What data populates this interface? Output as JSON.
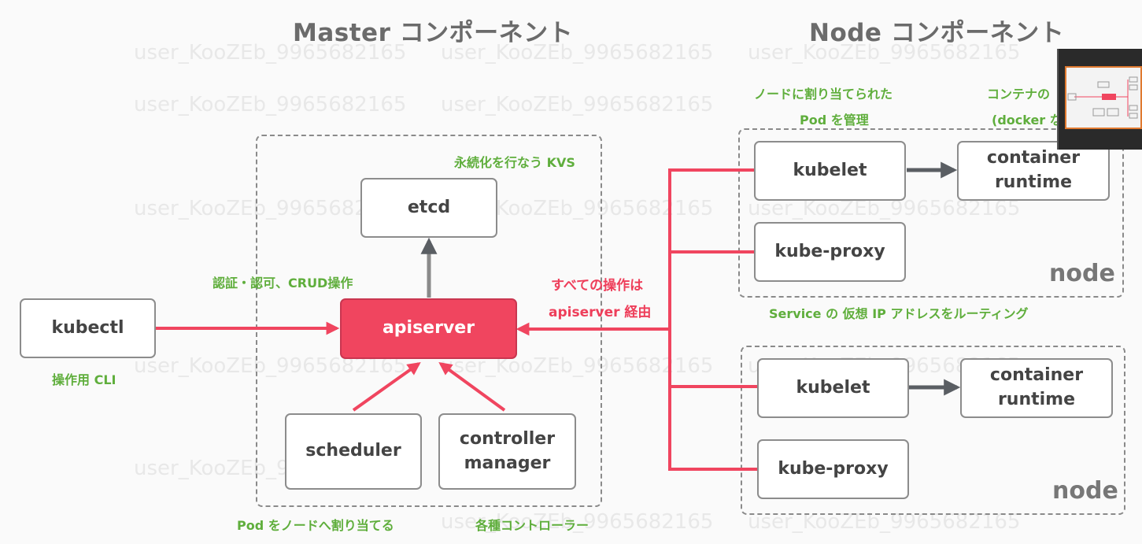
{
  "headings": {
    "master": "Master コンポーネント",
    "node": "Node コンポーネント"
  },
  "watermark_text": "user_KooZEb_9965682165",
  "boxes": {
    "kubectl": "kubectl",
    "etcd": "etcd",
    "apiserver": "apiserver",
    "scheduler": "scheduler",
    "controller_manager": "controller\nmanager",
    "kubelet_1": "kubelet",
    "container_runtime_1": "container\nruntime",
    "kube_proxy_1": "kube-proxy",
    "kubelet_2": "kubelet",
    "container_runtime_2": "container\nruntime",
    "kube_proxy_2": "kube-proxy"
  },
  "node_labels": [
    "node",
    "node"
  ],
  "notes": {
    "kubectl_desc": "操作用 CLI",
    "auth_crud": "認証・認可、CRUD操作",
    "etcd_desc": "永続化を行なう KVS",
    "all_ops_line1": "すべての操作は",
    "all_ops_line2": "apiserver 経由",
    "scheduler_desc": "Pod をノードへ割り当てる",
    "controller_desc": "各種コントローラー",
    "kubelet_desc_line1": "ノードに割り当てられた",
    "kubelet_desc_line2": "Pod を管理",
    "runtime_desc_line1": "コンテナの",
    "runtime_desc_line2": "(docker な",
    "proxy_desc": "Service の 仮想 IP アドレスをルーティング"
  },
  "colors": {
    "accent_red": "#f0455f",
    "note_green": "#5fae3c",
    "arrow_gray": "#5a5e63",
    "box_border": "#8c8c8c"
  }
}
